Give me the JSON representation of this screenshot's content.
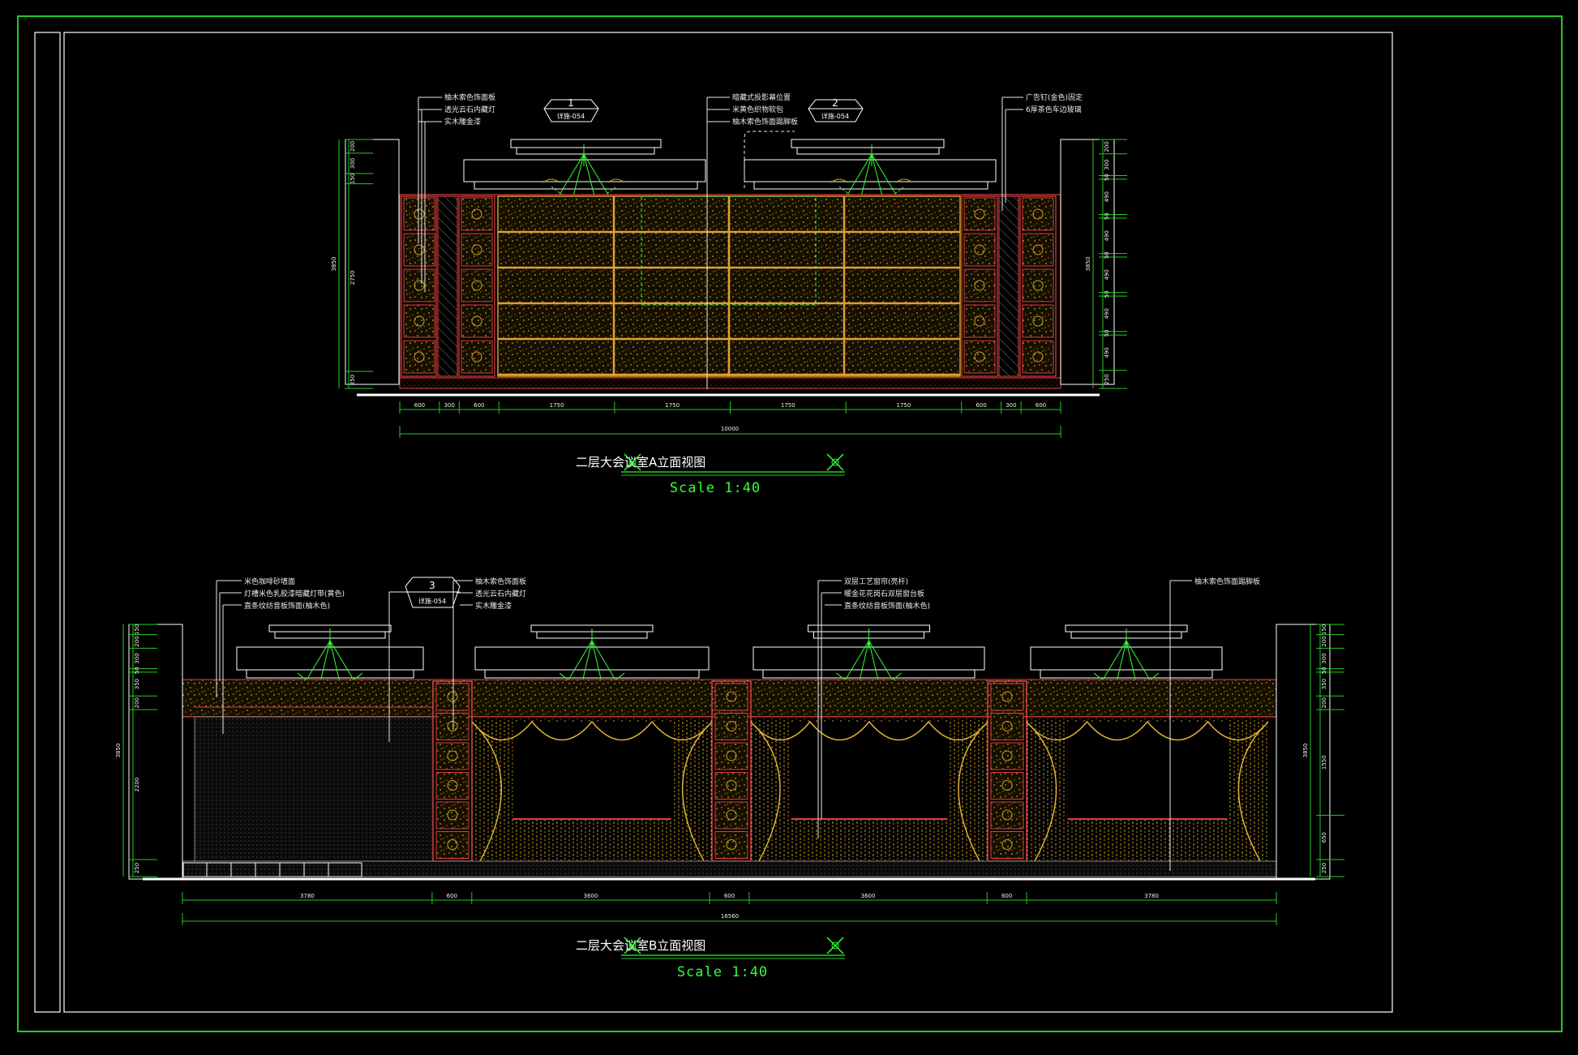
{
  "colors": {
    "background": "#000000",
    "frame": "#22cc22",
    "border": "#ffffff",
    "dimension": "#22cc22",
    "wall_panel": "#d4a020",
    "red_line": "#e04040",
    "chandelier": "#33ff33",
    "leader": "#e8e8e8"
  },
  "elevation_a": {
    "title": "二层大会议室A立面视图",
    "scale": "Scale  1:40",
    "callouts": [
      {
        "number": "1",
        "ref": "详施-054"
      },
      {
        "number": "2",
        "ref": "详施-054"
      }
    ],
    "notes_left": [
      "柚木索色饰面板",
      "透光云石内藏灯",
      "实木雕金漆"
    ],
    "notes_center": [
      "暗藏式投影幕位置",
      "米黄色织物软包",
      "柚木索色饰面踢脚板"
    ],
    "notes_right": [
      "广告钉(金色)固定",
      "6厚茶色车边玻璃"
    ],
    "bottom_dims": [
      "600",
      "300",
      "600",
      "1750",
      "1750",
      "1750",
      "1750",
      "600",
      "300",
      "600"
    ],
    "total_width": "10000",
    "left_dims": [
      "200",
      "300",
      "150",
      "2750",
      "250"
    ],
    "left_total": "3850",
    "right_dims": [
      "200",
      "300",
      "50",
      "490",
      "50",
      "490",
      "50",
      "490",
      "50",
      "490",
      "50",
      "490",
      "250"
    ],
    "right_total": "3850"
  },
  "elevation_b": {
    "title": "二层大会议室B立面视图",
    "scale": "Scale  1:40",
    "callouts": [
      {
        "number": "3",
        "ref": "详施-054"
      }
    ],
    "notes_1": [
      "米色咖啡砂墙面",
      "灯槽米色乳胶漆暗藏灯带(黄色)",
      "直条纹纺音板饰面(柚木色)"
    ],
    "notes_2": [
      "柚木索色饰面板",
      "透光云石内藏灯",
      "实木雕金漆"
    ],
    "notes_3": [
      "双层工艺窗帘(亮杆)",
      "暖金花花岗石双层窗台板",
      "直条纹纺音板饰面(柚木色)"
    ],
    "notes_4": [
      "柚木索色饰面踢脚板"
    ],
    "bottom_dims": [
      "3780",
      "600",
      "3600",
      "600",
      "3600",
      "600",
      "3780"
    ],
    "total_width": "16560",
    "left_dims": [
      "150",
      "200",
      "300",
      "50",
      "350",
      "200",
      "2200",
      "250"
    ],
    "left_total": "3850",
    "right_dims": [
      "150",
      "200",
      "300",
      "50",
      "350",
      "200",
      "1550",
      "650",
      "250"
    ],
    "right_total": "3850"
  }
}
